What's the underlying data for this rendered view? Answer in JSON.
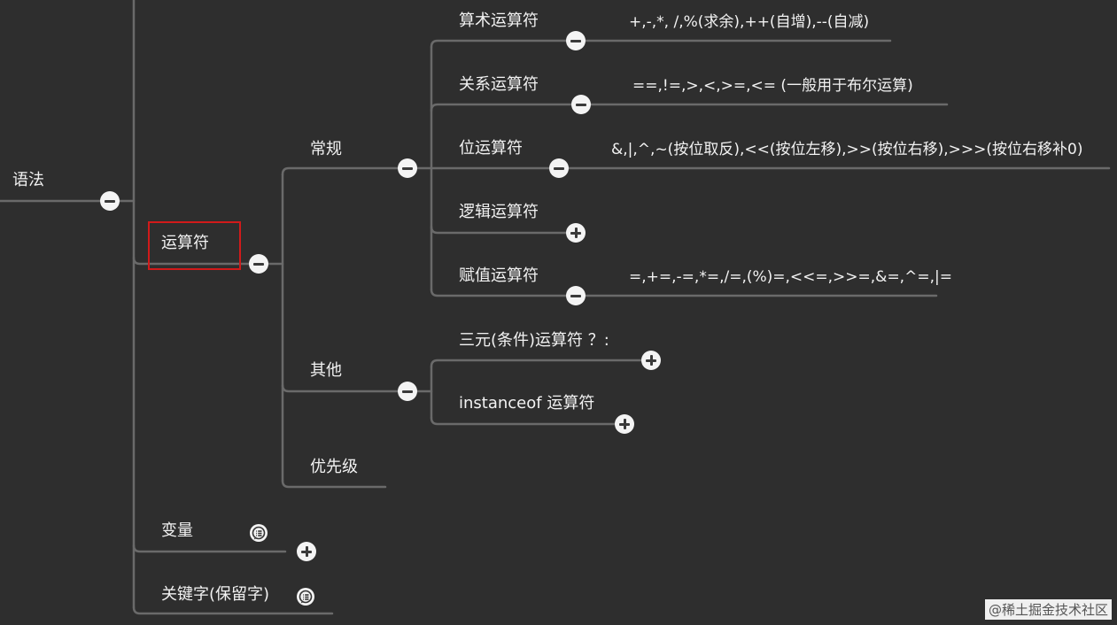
{
  "nodes": {
    "grammar": "语法",
    "operators": "运算符",
    "regular": "常规",
    "other": "其他",
    "precedence": "优先级",
    "variables": "变量",
    "keywords": "关键字(保留字)",
    "arithmetic": "算术运算符",
    "relational": "关系运算符",
    "bitwise": "位运算符",
    "logical": "逻辑运算符",
    "assignment": "赋值运算符",
    "ternary": "三元(条件)运算符 ？:",
    "instanceof": "instanceof 运算符"
  },
  "details": {
    "arithmetic": "+,-,*,   /,%(求余),++(自增),--(自减)",
    "relational": "==,!=,>,<,>=,<=   (一般用于布尔运算)",
    "bitwise": "&,|,^,~(按位取反),<<(按位左移),>>(按位右移),>>>(按位右移补0)",
    "assignment": "=,+=,-=,*=,/=,(%)=,<<=,>>=,&=,^=,|="
  },
  "colors": {
    "background": "#2e2e2e",
    "line": "#6a6a6a",
    "text": "#f2f2f2",
    "button": "#f4f4f4",
    "selection": "#d11a1a"
  },
  "watermark": "@稀土掘金技术社区"
}
